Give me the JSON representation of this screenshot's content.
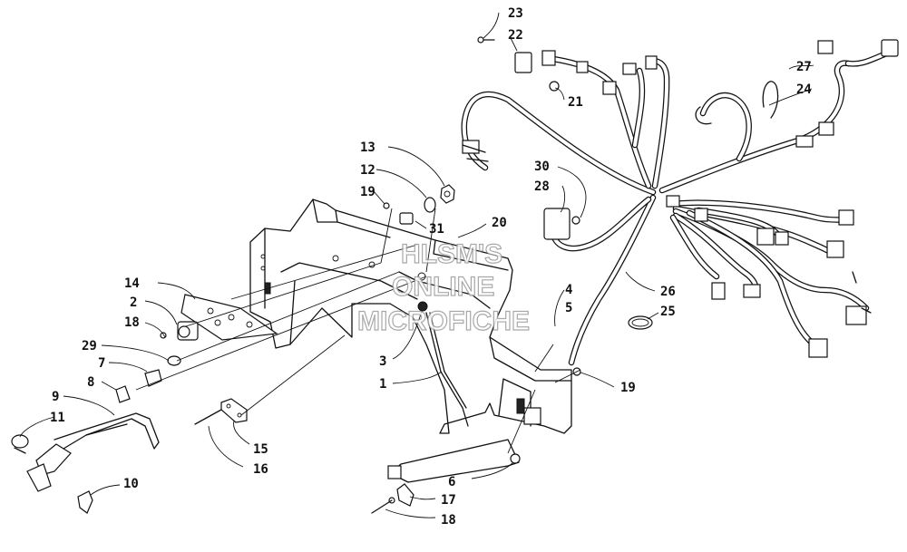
{
  "watermark": {
    "line1": "HLSM'S",
    "line2": "ONLINE",
    "line3": "MICROFICHE"
  },
  "callouts": {
    "c1": "1",
    "c2": "2",
    "c3": "3",
    "c4": "4",
    "c5": "5",
    "c6": "6",
    "c7": "7",
    "c8": "8",
    "c9": "9",
    "c10": "10",
    "c11": "11",
    "c12": "12",
    "c13": "13",
    "c14": "14",
    "c15": "15",
    "c16": "16",
    "c17": "17",
    "c18a": "18",
    "c18b": "18",
    "c19a": "19",
    "c19b": "19",
    "c20": "20",
    "c21": "21",
    "c22": "22",
    "c23": "23",
    "c24": "24",
    "c25": "25",
    "c26": "26",
    "c27": "27",
    "c28": "28",
    "c29": "29",
    "c30": "30",
    "c31": "31"
  }
}
